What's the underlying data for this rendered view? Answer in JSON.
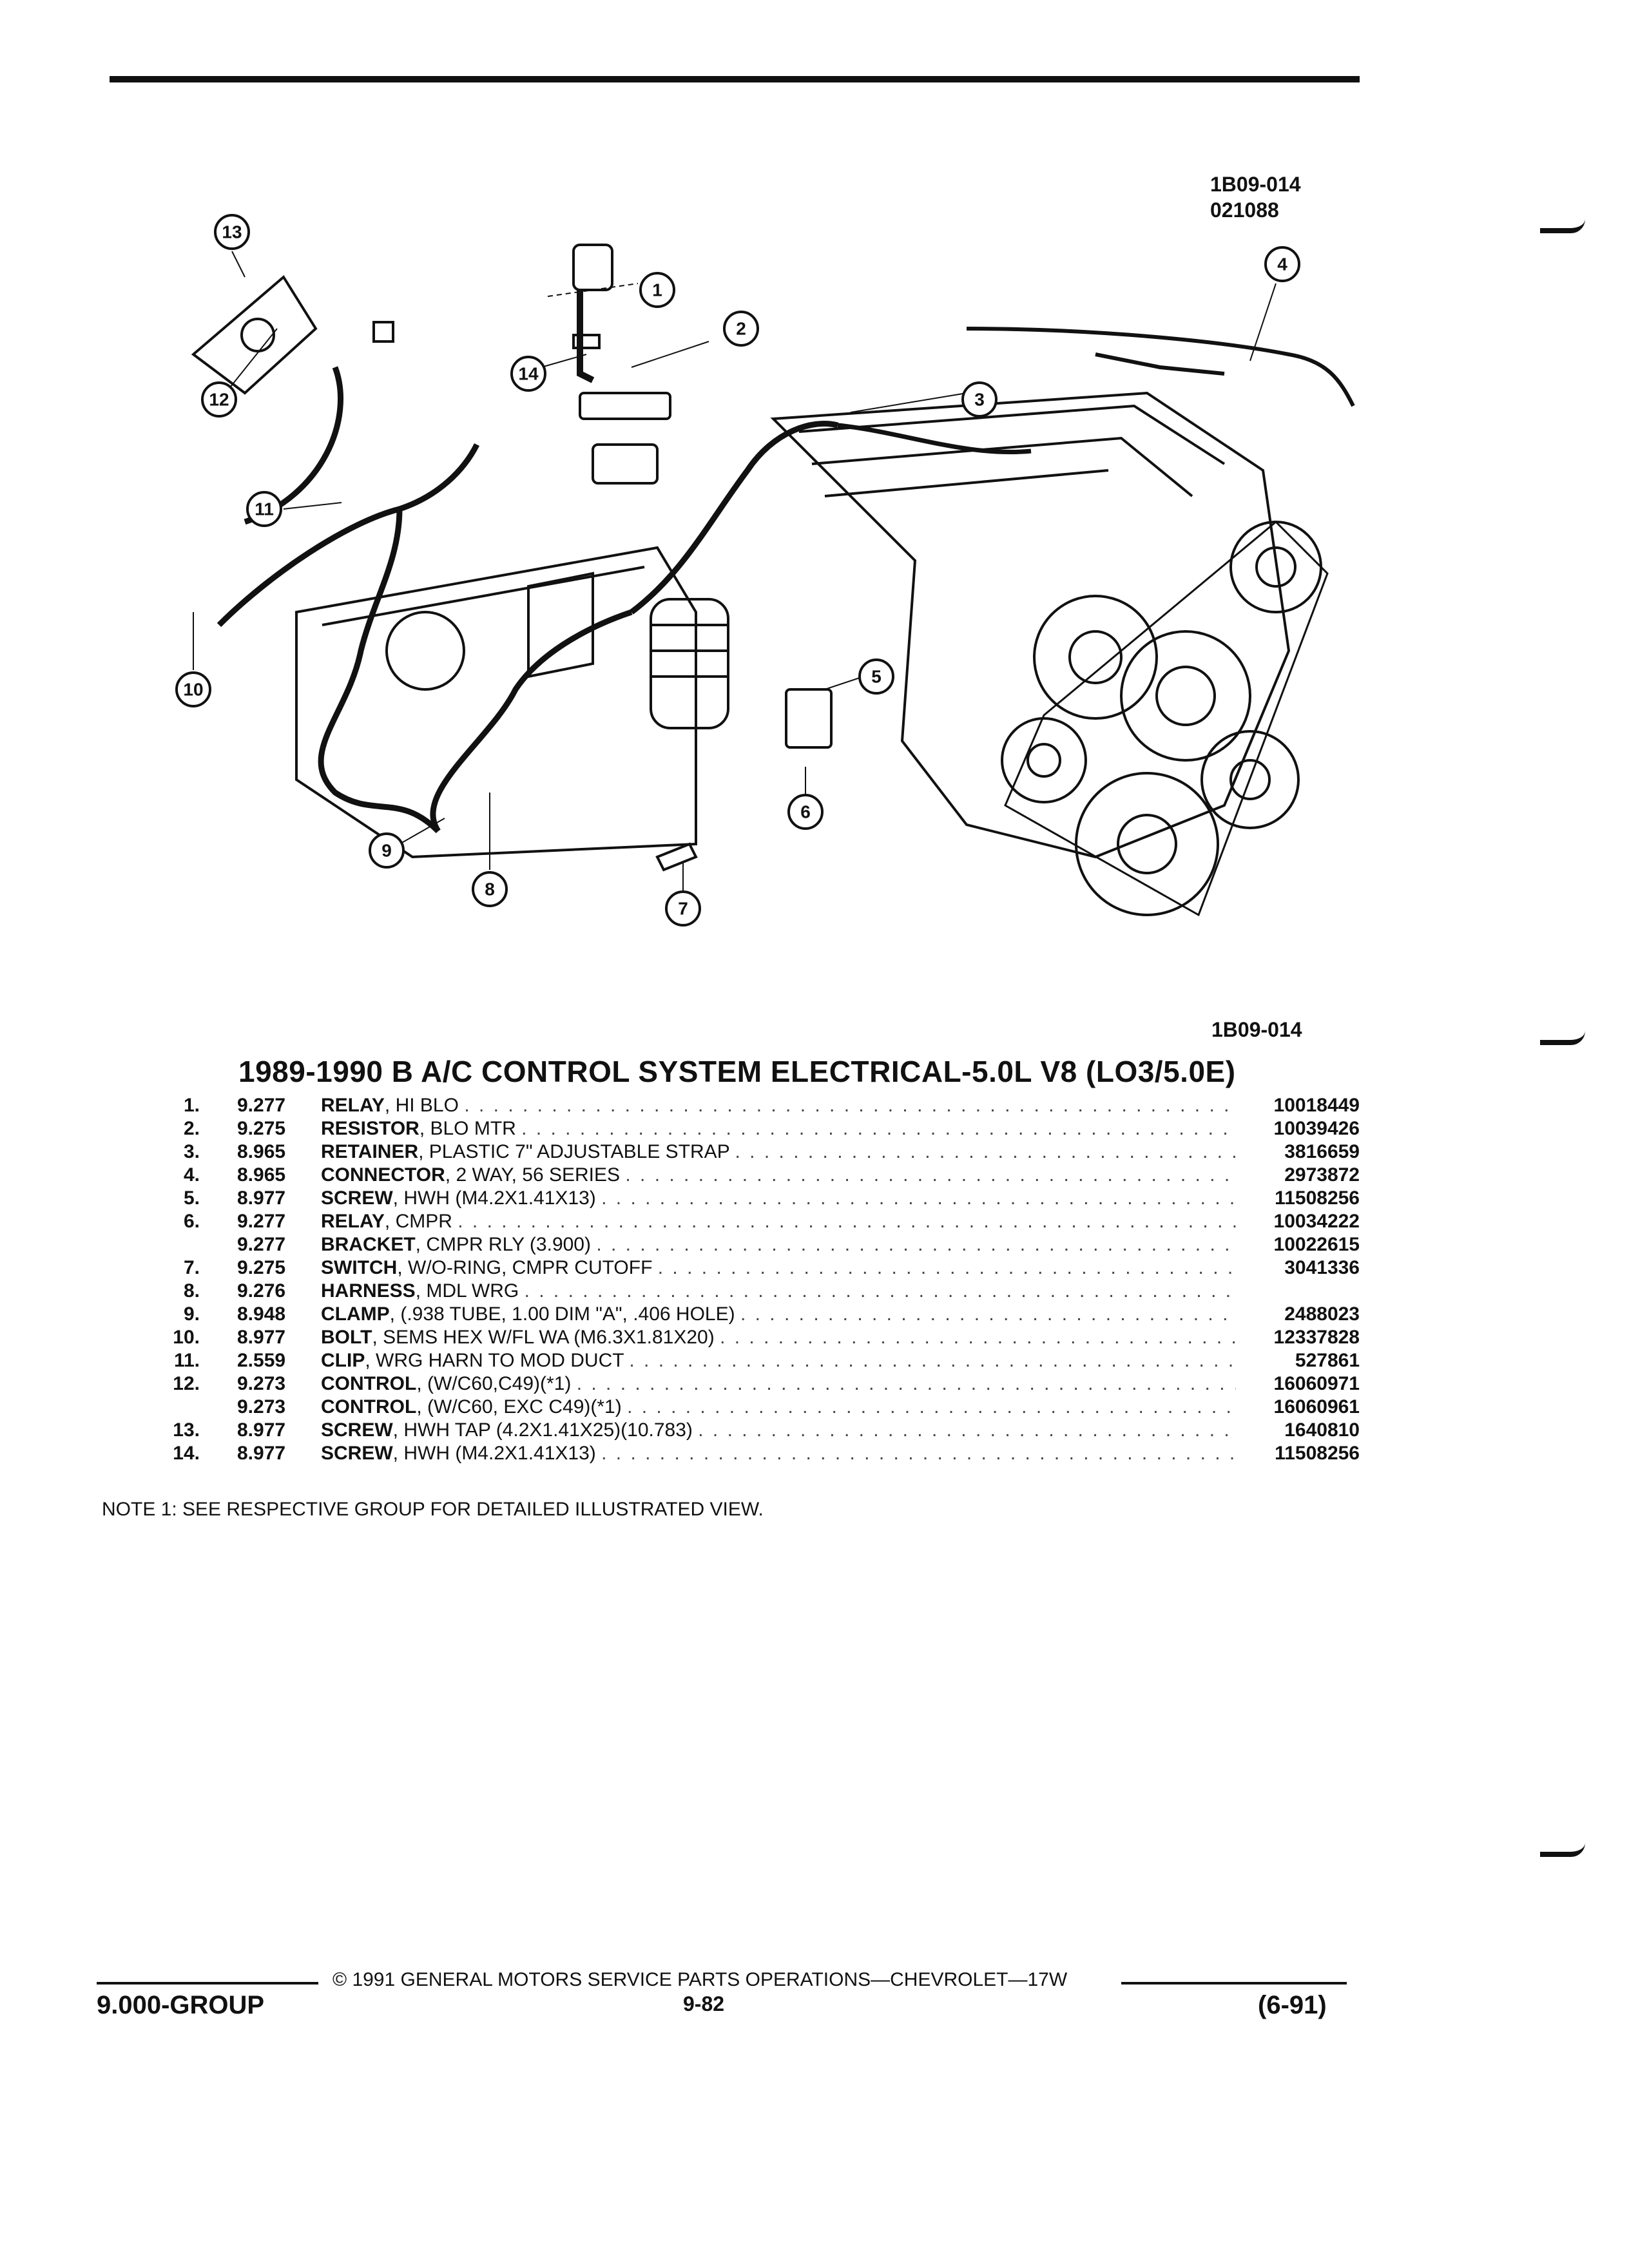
{
  "figure": {
    "code_top": "1B09-014",
    "date_code": "021088",
    "code_bottom": "1B09-014",
    "callouts": [
      "1",
      "2",
      "3",
      "4",
      "5",
      "6",
      "7",
      "8",
      "9",
      "10",
      "11",
      "12",
      "13",
      "14"
    ]
  },
  "title": "1989-1990 B A/C CONTROL SYSTEM ELECTRICAL-5.0L V8 (LO3/5.0E)",
  "parts": [
    {
      "idx": "1.",
      "group": "9.277",
      "name": "RELAY",
      "spec": ", HI BLO",
      "part_no": "10018449"
    },
    {
      "idx": "2.",
      "group": "9.275",
      "name": "RESISTOR",
      "spec": ", BLO MTR",
      "part_no": "10039426"
    },
    {
      "idx": "3.",
      "group": "8.965",
      "name": "RETAINER",
      "spec": ", PLASTIC 7\" ADJUSTABLE STRAP",
      "part_no": "3816659"
    },
    {
      "idx": "4.",
      "group": "8.965",
      "name": "CONNECTOR",
      "spec": ", 2 WAY, 56 SERIES",
      "part_no": "2973872"
    },
    {
      "idx": "5.",
      "group": "8.977",
      "name": "SCREW",
      "spec": ", HWH (M4.2X1.41X13)",
      "part_no": "11508256"
    },
    {
      "idx": "6.",
      "group": "9.277",
      "name": "RELAY",
      "spec": ", CMPR",
      "part_no": "10034222"
    },
    {
      "idx": "",
      "group": "9.277",
      "name": "BRACKET",
      "spec": ", CMPR RLY (3.900)",
      "part_no": "10022615"
    },
    {
      "idx": "7.",
      "group": "9.275",
      "name": "SWITCH",
      "spec": ", W/O-RING, CMPR CUTOFF",
      "part_no": "3041336"
    },
    {
      "idx": "8.",
      "group": "9.276",
      "name": "HARNESS",
      "spec": ", MDL WRG",
      "part_no": ""
    },
    {
      "idx": "9.",
      "group": "8.948",
      "name": "CLAMP",
      "spec": ", (.938 TUBE, 1.00 DIM \"A\", .406 HOLE)",
      "part_no": "2488023"
    },
    {
      "idx": "10.",
      "group": "8.977",
      "name": "BOLT",
      "spec": ", SEMS HEX W/FL WA (M6.3X1.81X20)",
      "part_no": "12337828"
    },
    {
      "idx": "11.",
      "group": "2.559",
      "name": "CLIP",
      "spec": ", WRG HARN TO MOD DUCT",
      "part_no": "527861"
    },
    {
      "idx": "12.",
      "group": "9.273",
      "name": "CONTROL",
      "spec": ", (W/C60,C49)(*1)",
      "part_no": "16060971"
    },
    {
      "idx": "",
      "group": "9.273",
      "name": "CONTROL",
      "spec": ", (W/C60, EXC C49)(*1)",
      "part_no": "16060961"
    },
    {
      "idx": "13.",
      "group": "8.977",
      "name": "SCREW",
      "spec": ", HWH TAP (4.2X1.41X25)(10.783)",
      "part_no": "1640810"
    },
    {
      "idx": "14.",
      "group": "8.977",
      "name": "SCREW",
      "spec": ", HWH (M4.2X1.41X13)",
      "part_no": "11508256"
    }
  ],
  "note": "NOTE  1:  SEE RESPECTIVE GROUP FOR DETAILED ILLUSTRATED VIEW.",
  "footer": {
    "copyright": "© 1991  GENERAL MOTORS SERVICE PARTS OPERATIONS—CHEVROLET—17W",
    "group": "9.000-GROUP",
    "page": "9-82",
    "date": "(6-91)"
  }
}
